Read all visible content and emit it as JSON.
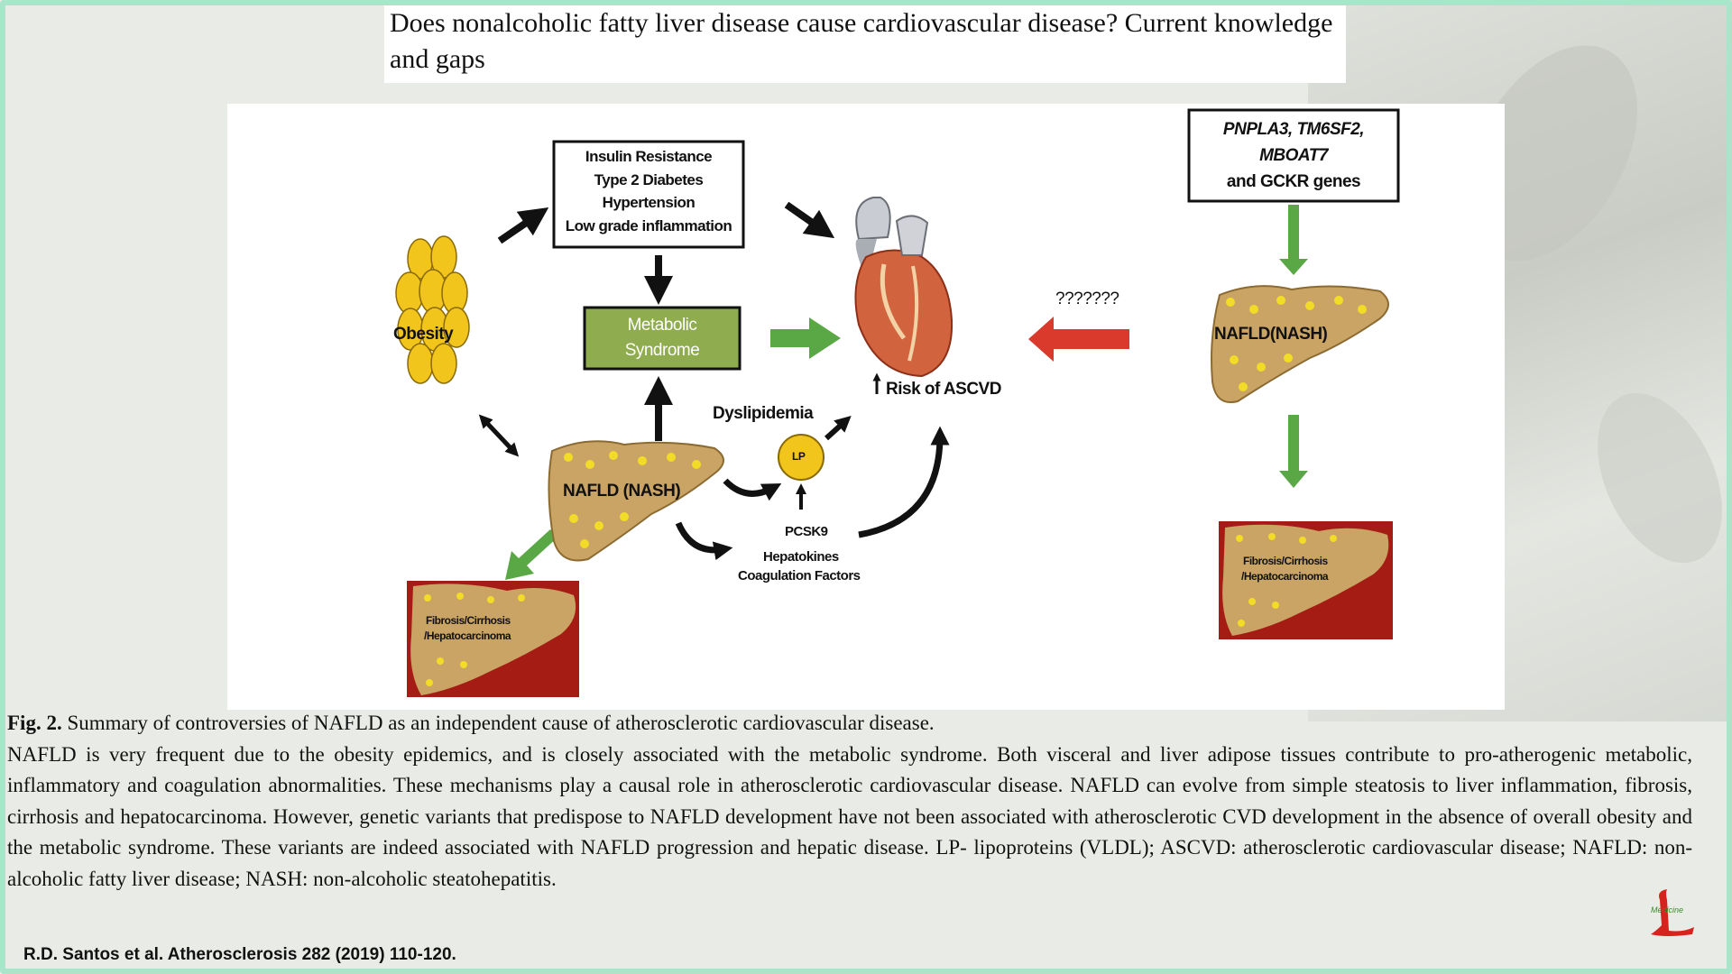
{
  "slide": {
    "title": "Does nonalcoholic fatty liver disease cause cardiovascular disease? Current knowledge and gaps"
  },
  "figure": {
    "box_factors": [
      "Insulin Resistance",
      "Type 2 Diabetes",
      "Hypertension",
      "Low grade inflammation"
    ],
    "metabolic_syndrome": [
      "Metabolic",
      "Syndrome"
    ],
    "obesity": "Obesity",
    "nafld_left": "NAFLD (NASH)",
    "dyslipidemia": "Dyslipidemia",
    "lp": "LP",
    "pcsk9": "PCSK9",
    "hepatokines": "Hepatokines",
    "coagulation": "Coagulation Factors",
    "risk": "Risk of ASCVD",
    "question": "???????",
    "genes": [
      "PNPLA3, TM6SF2,",
      "MBOAT7",
      "and GCKR genes"
    ],
    "nafld_right": "NAFLD(NASH)",
    "fibrosis_left": [
      "Fibrosis/Cirrhosis",
      "/Hepatocarcinoma"
    ],
    "fibrosis_right": [
      "Fibrosis/Cirrhosis",
      "/Hepatocarcinoma"
    ],
    "colors": {
      "green": "#5aa845",
      "red": "#d93a2b",
      "olive": "#8fad4e",
      "liver": "#c9a464",
      "fat": "#f2dc27",
      "darkred": "#a51c14"
    }
  },
  "caption": {
    "fig_label": "Fig. 2.",
    "fig_title": "Summary of controversies of NAFLD as an independent cause of atherosclerotic cardiovascular disease.",
    "body": "NAFLD is very frequent due to the obesity epidemics, and is closely associated with the metabolic syndrome. Both visceral and liver adipose tissues contribute to pro-atherogenic metabolic, inflammatory and coagulation abnormalities. These mechanisms play a causal role in atherosclerotic cardiovascular disease. NAFLD can evolve from simple steatosis to liver inflammation, fibrosis, cirrhosis and hepatocarcinoma. However, genetic variants that predispose to NAFLD development have not been associated with atherosclerotic CVD development in the absence of overall obesity and the metabolic syndrome. These variants are indeed associated with NAFLD progression and hepatic disease. LP- lipoproteins (VLDL); ASCVD: atherosclerotic cardiovascular disease; NAFLD: non-alcoholic fatty liver disease; NASH: non-alcoholic steatohepatitis."
  },
  "citation": "R.D. Santos et al. Atherosclerosis 282 (2019)  110-120.",
  "logo": {
    "icon": "channel-logo-icon",
    "text": "Medicine"
  }
}
